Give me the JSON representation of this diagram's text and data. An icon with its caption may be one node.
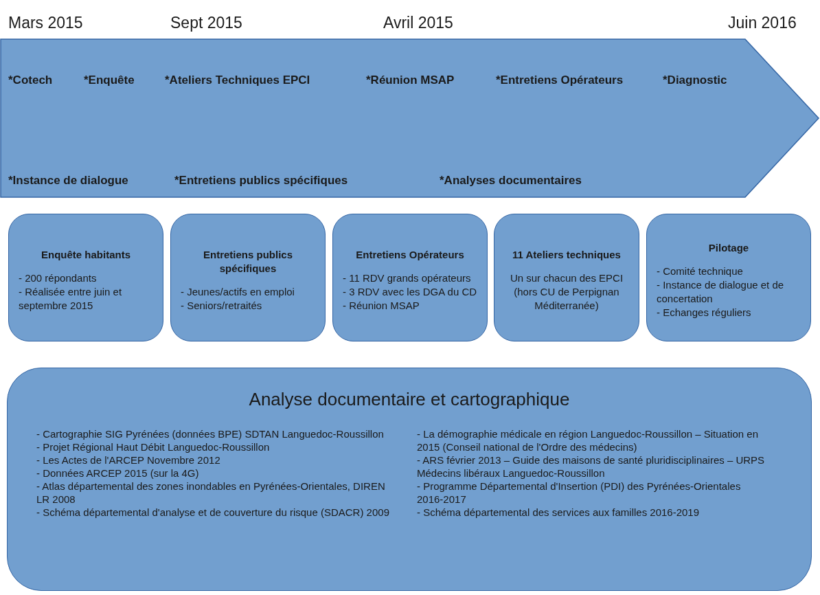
{
  "diagram": {
    "nodes": [
      {
        "text": [
          "*Cotech",
          "*Enquête",
          "*Ateliers Techniques EPCI",
          "*Réunion MSAP",
          "*Entretiens Opérateurs",
          "*Diagnostic",
          "*Instance de dialogue",
          "*Entretiens publics spécifiques",
          "*Analyses documentaires"
        ]
      },
      {
        "text": [
          "Enquête habitants",
          "- 200 répondants",
          "- Réalisée entre juin et septembre 2015"
        ]
      },
      {
        "text": [
          "Entretiens publics spécifiques",
          "- Jeunes/actifs en emploi",
          "- Seniors/retraités"
        ]
      },
      {
        "text": [
          "Entretiens Opérateurs",
          "- 11 RDV grands opérateurs",
          "- 3 RDV avec les DGA du CD",
          "- Réunion MSAP"
        ]
      },
      {
        "text": [
          "11 Ateliers techniques",
          "Un sur chacun des EPCI (hors CU de Perpignan Méditerranée)"
        ]
      },
      {
        "text": [
          "Pilotage",
          "- Comité technique",
          "- Instance de dialogue et de concertation",
          "- Echanges réguliers"
        ]
      },
      {
        "text": [
          "Analyse documentaire et cartographique",
          "- Cartographie SIG Pyrénées (données BPE) SDTAN Languedoc-Roussillon",
          "- Projet Régional Haut Débit Languedoc-Roussillon",
          "- Les Actes de l'ARCEP Novembre 2012",
          "- Données ARCEP 2015 (sur la 4G)",
          "- Atlas départemental des zones inondables en Pyrénées-Orientales, DIREN LR 2008",
          "- Schéma départemental d'analyse et de couverture du risque (SDACR) 2009",
          "- La démographie médicale en région Languedoc-Roussillon – Situation en 2015 (Conseil national de l'Ordre des médecins)",
          "- ARS février 2013 – Guide des maisons de santé pluridisciplinaires – URPS Médecins libéraux Languedoc-Roussillon",
          "- Programme Départemental d'Insertion (PDI) des Pyrénées-Orientales 2016-2017",
          "- Schéma départemental des services aux familles 2016-2019"
        ]
      }
    ],
    "labels": [
      "Mars 2015",
      "Sept 2015",
      "Avril 2015",
      "Juin 2016"
    ]
  }
}
